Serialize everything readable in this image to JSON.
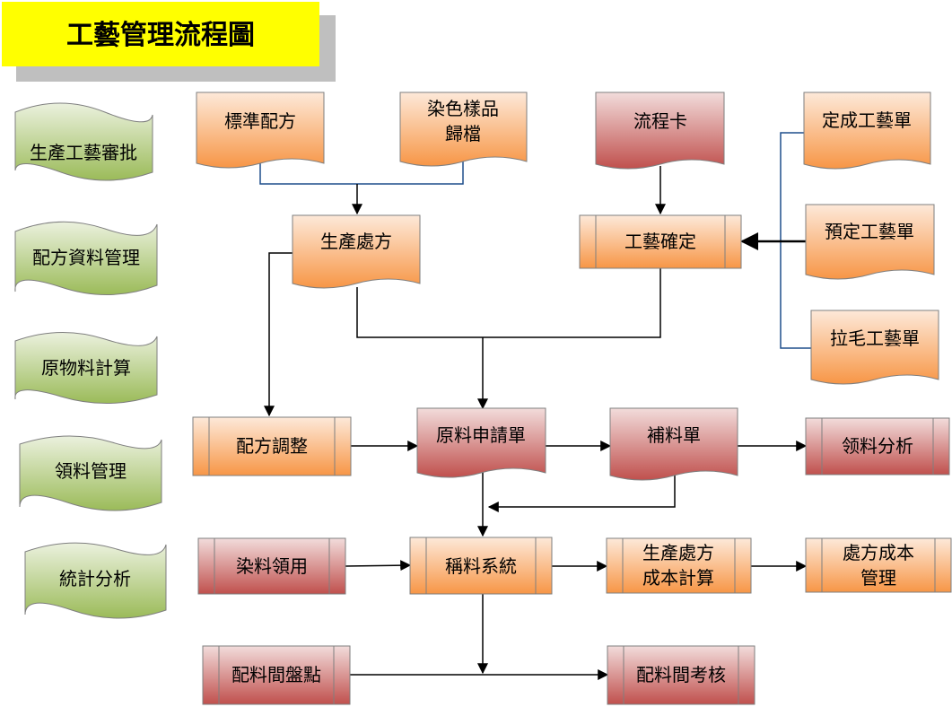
{
  "title": "工藝管理流程圖",
  "side_tabs": [
    "生產工藝審批",
    "配方資料管理",
    "原物料計算",
    "領料管理",
    "統計分析"
  ],
  "nodes": {
    "standard_formula": "標準配方",
    "dye_sample_line1": "染色樣品",
    "dye_sample_line2": "歸檔",
    "process_card": "流程卡",
    "fixed_process": "定成工藝單",
    "preset_process": "預定工藝單",
    "napping_process": "拉毛工藝單",
    "production_prescription": "生產處方",
    "process_confirm": "工藝確定",
    "formula_adjust": "配方調整",
    "material_request": "原料申請單",
    "supplement": "補料單",
    "material_analysis": "领料分析",
    "dye_usage": "染料領用",
    "weighing_system": "稱料系統",
    "prescription_cost_line1": "生產處方",
    "prescription_cost_line2": "成本計算",
    "prescription_cost_mgmt_line1": "處方成本",
    "prescription_cost_mgmt_line2": "管理",
    "mixing_inventory": "配料間盤點",
    "mixing_assessment": "配料間考核"
  },
  "colors": {
    "title_bg": "#ffff00",
    "orange_fill": "#f79646",
    "orange_light": "#fde9d9",
    "red_fill": "#c0504d",
    "red_light": "#f2dcdb",
    "green_fill": "#9bbb59",
    "green_light": "#ebf1de",
    "connector_blue": "#1f4e8c"
  }
}
